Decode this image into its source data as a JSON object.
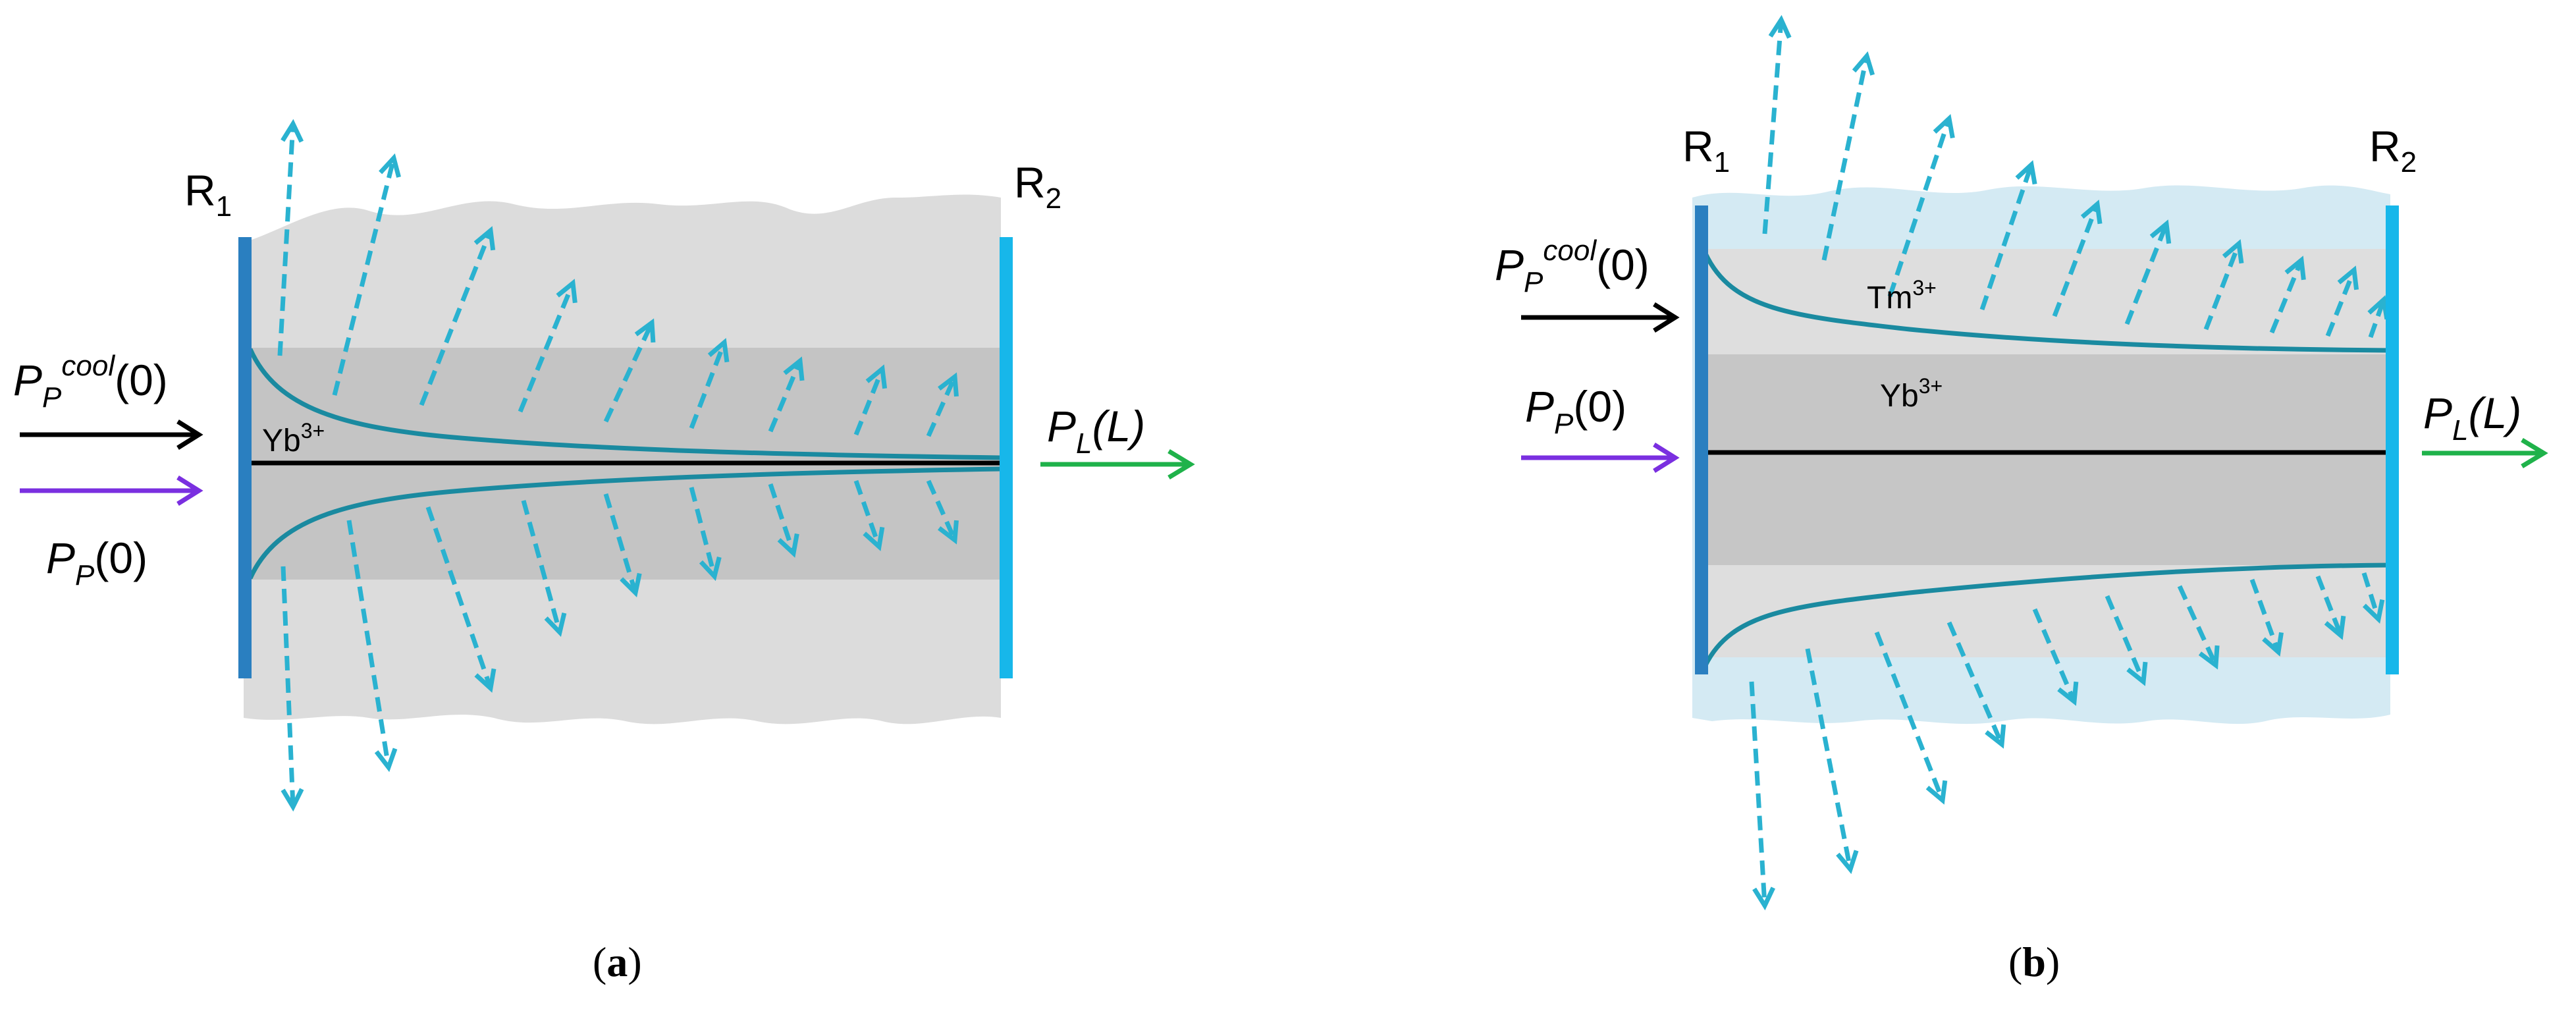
{
  "panels": [
    {
      "id": "a",
      "caption": "a",
      "mirror_left": "R",
      "mirror_left_sub": "1",
      "mirror_right": "R",
      "mirror_right_sub": "2",
      "input_cool": {
        "base": "P",
        "sub": "P",
        "sup": "cool",
        "arg": "(0)"
      },
      "input_pump": {
        "base": "P",
        "sub": "P",
        "arg": "(0)"
      },
      "output": {
        "base": "P",
        "sub": "L",
        "arg": "(L)"
      },
      "ion": {
        "base": "Yb",
        "sup": "3+"
      },
      "emitted_arrow_count_up": 9,
      "emitted_arrow_count_down": 9
    },
    {
      "id": "b",
      "caption": "b",
      "mirror_left": "R",
      "mirror_left_sub": "1",
      "mirror_right": "R",
      "mirror_right_sub": "2",
      "input_cool": {
        "base": "P",
        "sub": "P",
        "sup": "cool",
        "arg": "(0)"
      },
      "input_pump": {
        "base": "P",
        "sub": "P",
        "arg": "(0)"
      },
      "output": {
        "base": "P",
        "sub": "L",
        "arg": "(L)"
      },
      "ion_outer": {
        "base": "Tm",
        "sup": "3+"
      },
      "ion_inner": {
        "base": "Yb",
        "sup": "3+"
      },
      "emitted_arrow_count_up": 10,
      "emitted_arrow_count_down": 10
    }
  ],
  "colors": {
    "cladding_a": "#dcdcdc",
    "core_a": "#c4c4c4",
    "cladding_b": "#d4eaf3",
    "core_outer_b": "#dedede",
    "core_inner_b": "#c6c6c6",
    "mirror_left": "#2a7fc0",
    "mirror_right": "#17b7ea",
    "profile_curve": "#1a8aa0",
    "emitted_arrow": "#2ab2d0",
    "cool_arrow": "#000000",
    "pump_arrow": "#7a2fe0",
    "laser_arrow": "#1fb24a",
    "axis_line": "#000000"
  }
}
